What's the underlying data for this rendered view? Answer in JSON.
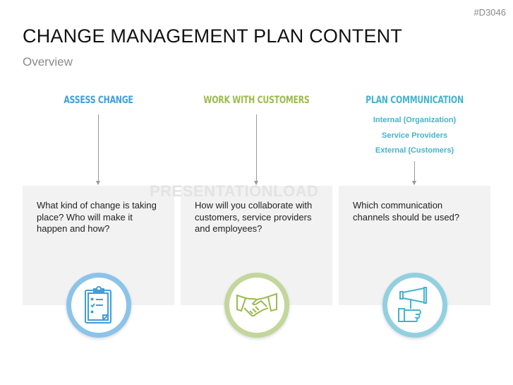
{
  "code": "#D3046",
  "title": "CHANGE MANAGEMENT PLAN CONTENT",
  "subtitle": "Overview",
  "watermark": "PRESENTATIONLOAD",
  "colors": {
    "assess": "#3f9fdc",
    "customers": "#9cbb4d",
    "communication": "#45b3cf"
  },
  "columns": [
    {
      "heading": "ASSESS CHANGE",
      "text": "What kind of change is taking place? Who will make it happen and how?",
      "icon": "clipboard-checklist-icon"
    },
    {
      "heading": "WORK WITH CUSTOMERS",
      "text": "How will you collaborate with customers, service providers and employees?",
      "icon": "handshake-icon"
    },
    {
      "heading": "PLAN COMMUNICATION",
      "items": [
        "Internal (Organization)",
        "Service Providers",
        "External (Customers)"
      ],
      "text": "Which communication channels should be used?",
      "icon": "megaphone-hand-icon"
    }
  ]
}
